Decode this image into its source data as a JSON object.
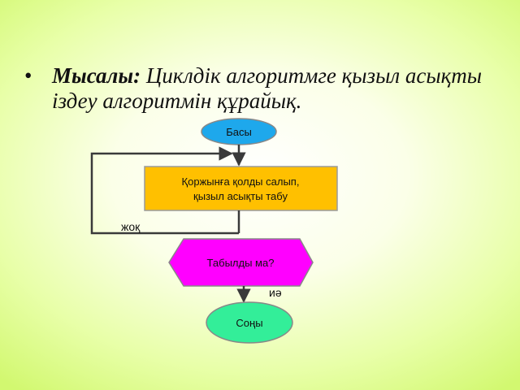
{
  "slide": {
    "example_label": "Мысалы:",
    "example_text": "Циклдік алгоритмге қызыл асықты іздеу алгоритмін құрайық."
  },
  "flowchart": {
    "start": "Басы",
    "process_line1": "Қоржынға қолды салып,",
    "process_line2": "қызыл асықты табу",
    "decision": "Табылды ма?",
    "no_label": "жоқ",
    "yes_label": "иә",
    "end": "Соңы"
  },
  "colors": {
    "start_fill": "#1ea8ec",
    "process_fill": "#ffc000",
    "decision_fill": "#ff00ff",
    "end_fill": "#33ee99",
    "line": "#3a3a3a"
  }
}
